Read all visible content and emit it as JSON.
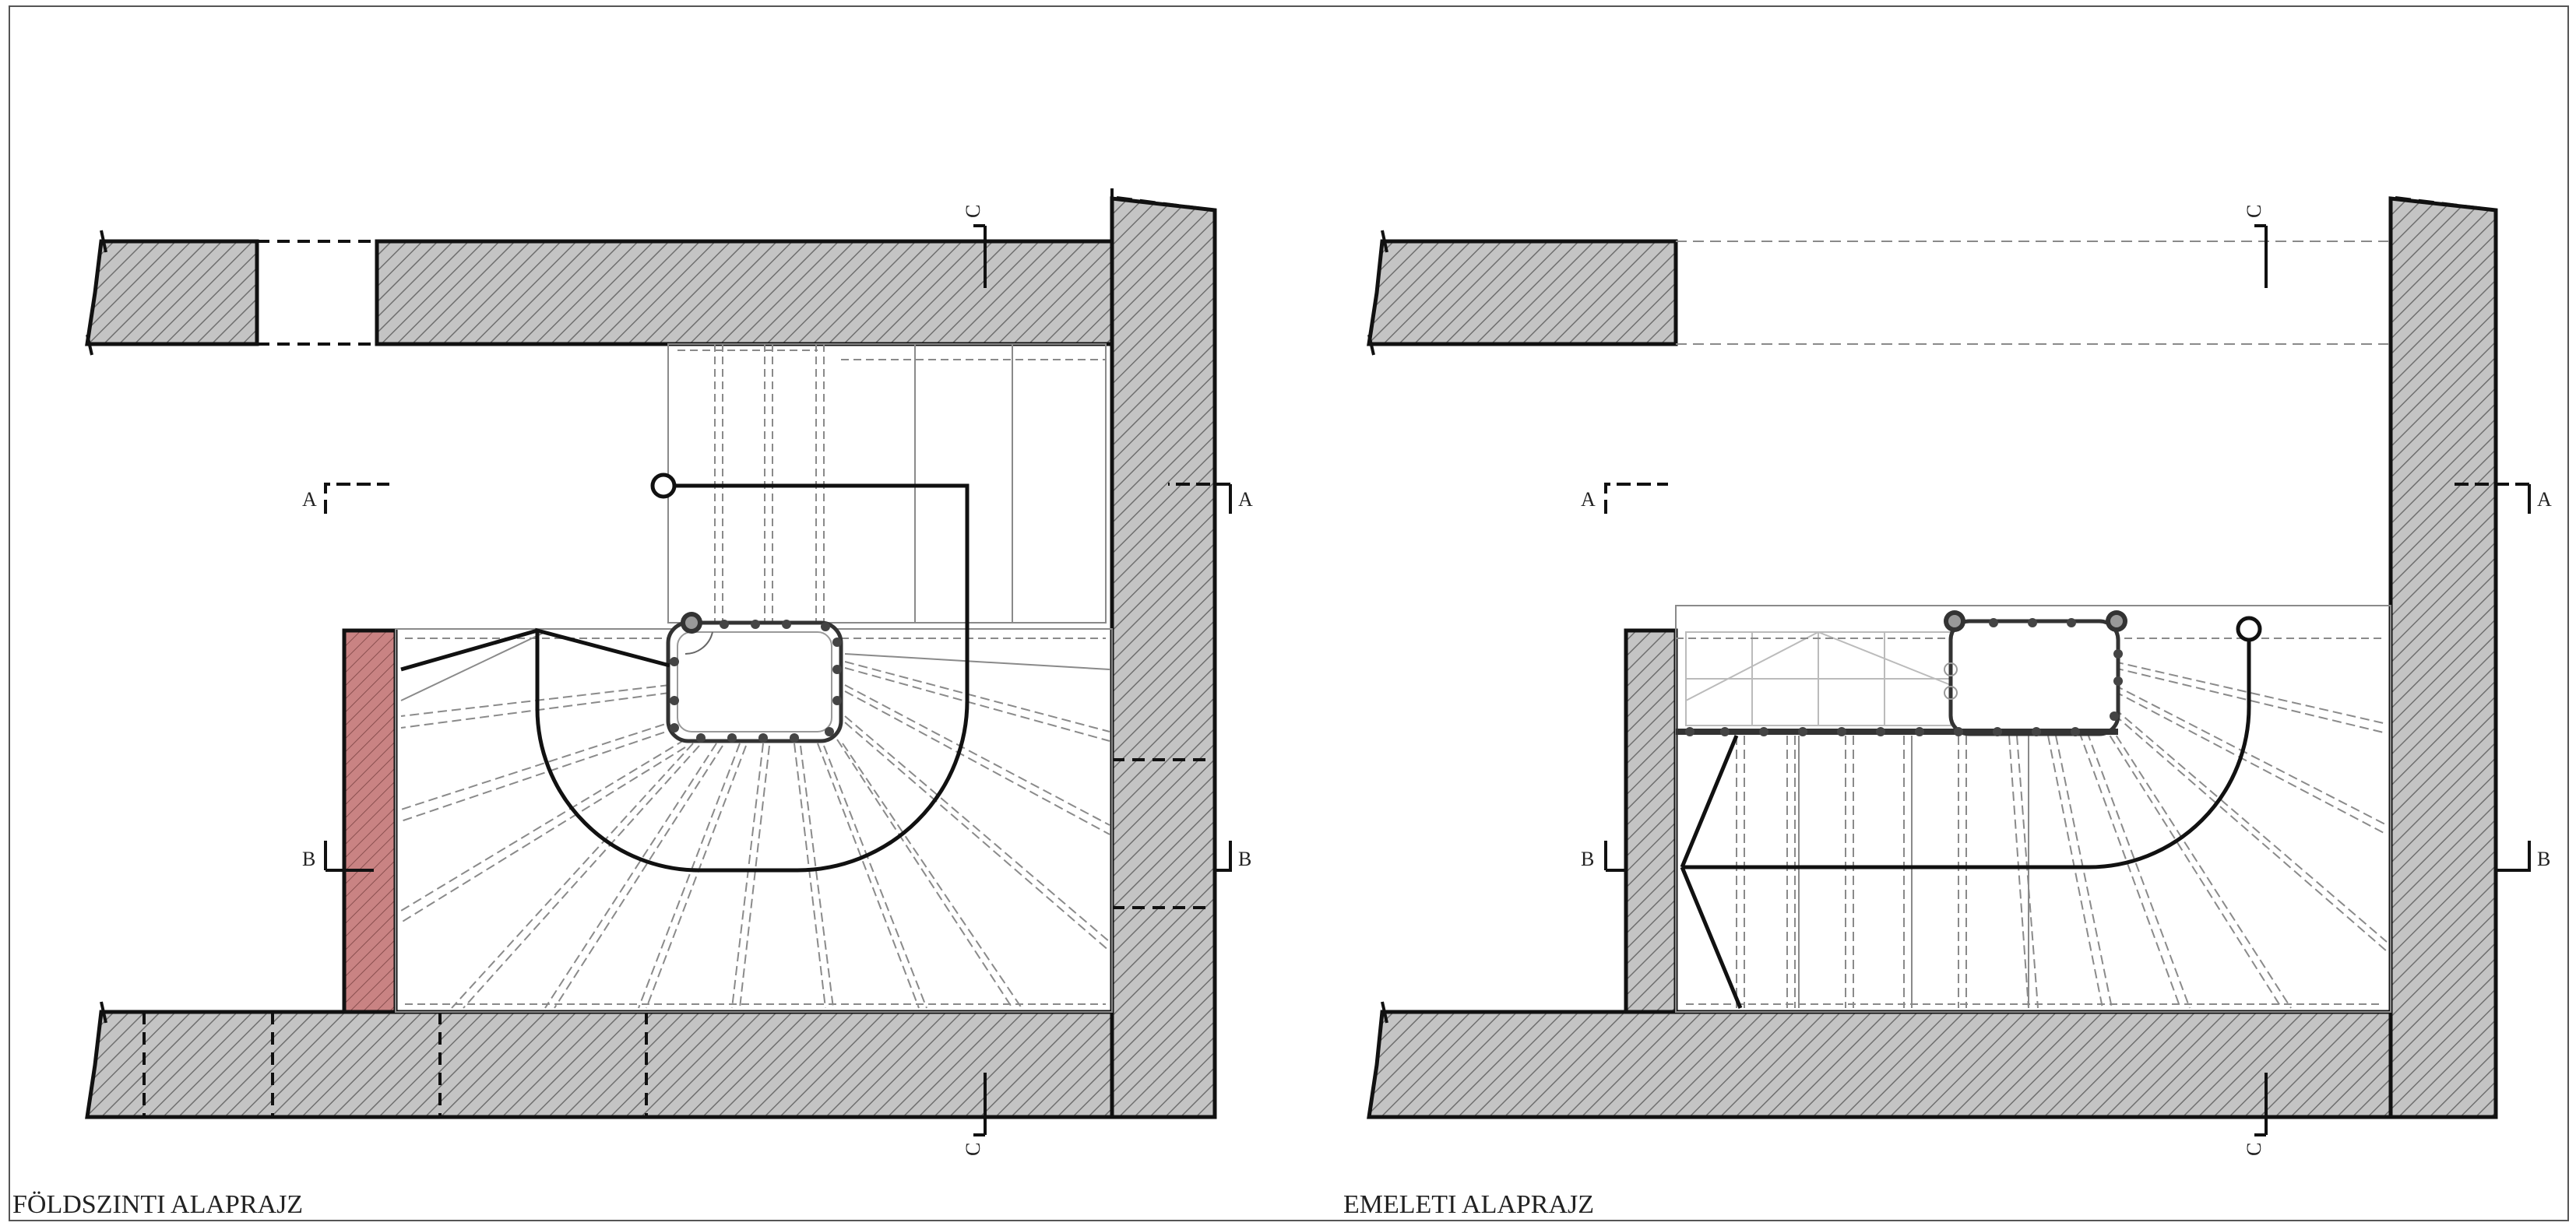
{
  "titles": {
    "ground_floor": "FÖLDSZINTI ALAPRAJZ",
    "upper_floor": "EMELETI ALAPRAJZ"
  },
  "section_marks": {
    "a": "A",
    "b": "B",
    "c": "C"
  },
  "colors": {
    "wall_fill": "#c4c4c4",
    "hatch": "#6f6f6f",
    "brick_fill": "#c98383",
    "line": "#111111",
    "thin_line": "#8a8a8a"
  }
}
